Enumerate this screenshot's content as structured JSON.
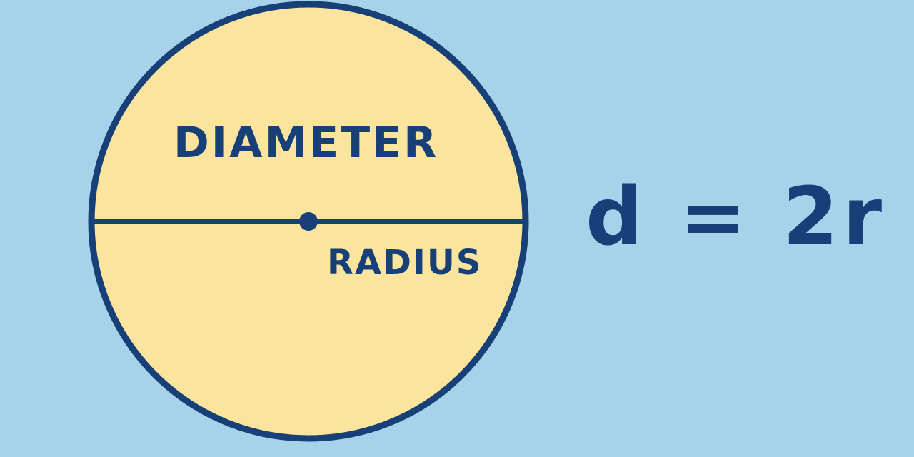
{
  "colors": {
    "background": "#a6d3ea",
    "circle_fill": "#fbe49d",
    "ink": "#173f78"
  },
  "labels": {
    "diameter": "DIAMETER",
    "radius": "RADIUS"
  },
  "formula": "d = 2r"
}
